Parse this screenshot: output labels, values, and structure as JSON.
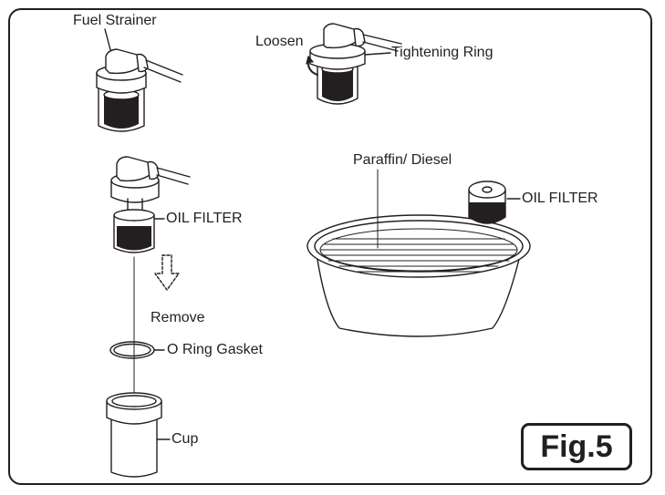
{
  "labels": {
    "fuel_strainer": "Fuel Strainer",
    "loosen": "Loosen",
    "tightening_ring": "Tightening Ring",
    "paraffin_diesel": "Paraffin/ Diesel",
    "oil_filter_left": "OIL FILTER",
    "oil_filter_right": "OIL FILTER",
    "remove": "Remove",
    "o_ring_gasket": "O Ring Gasket",
    "cup": "Cup"
  },
  "figure_badge": "Fig.5",
  "colors": {
    "ink": "#231f20",
    "background": "#ffffff"
  }
}
